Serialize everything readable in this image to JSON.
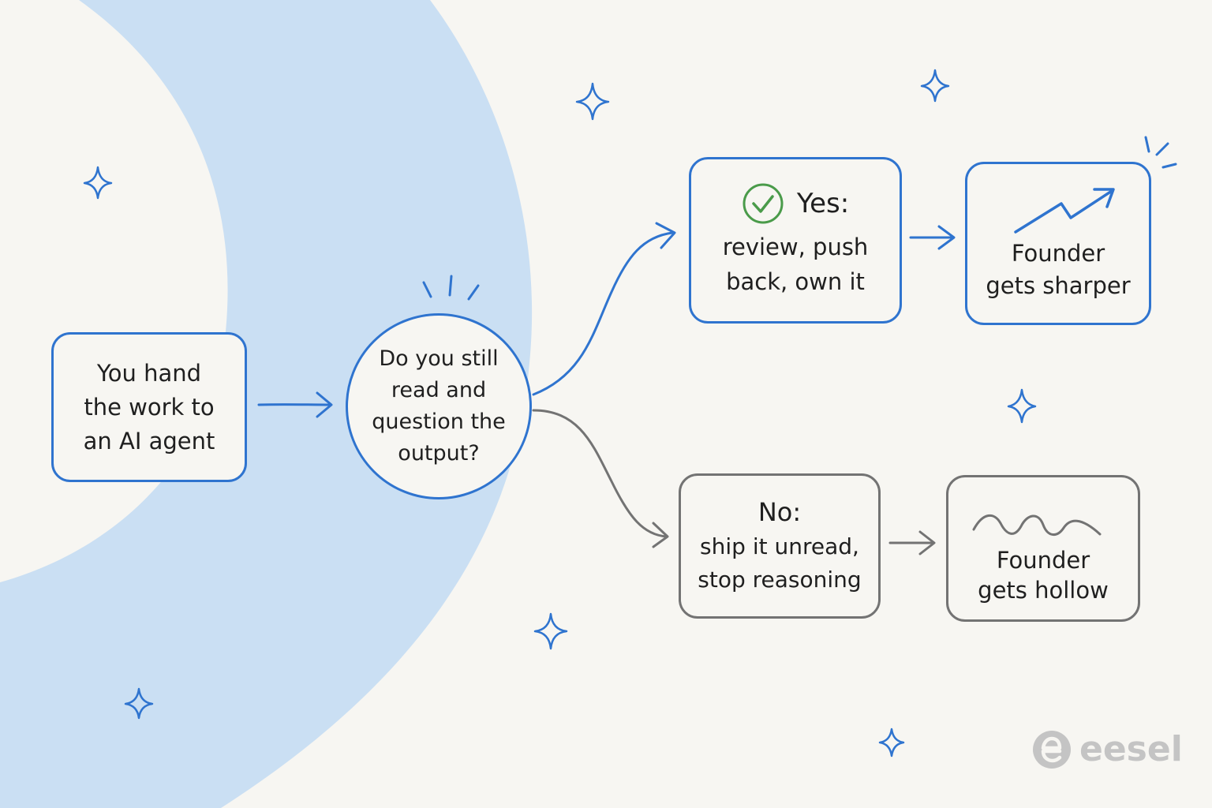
{
  "colors": {
    "background": "#f7f6f2",
    "swirl": "#cadff3",
    "accent_blue": "#2f74cf",
    "neutral_gray": "#737373",
    "check_green": "#4a9b4a",
    "logo_gray": "#c4c4c4"
  },
  "nodes": {
    "start": {
      "lines": [
        "You hand",
        "the work to",
        "an AI agent"
      ]
    },
    "decision": {
      "lines": [
        "Do you still",
        "read and",
        "question the",
        "output?"
      ]
    },
    "yes": {
      "heading": "Yes:",
      "lines": [
        "review, push",
        "back, own it"
      ],
      "icon": "check-circle-icon"
    },
    "sharper": {
      "lines": [
        "Founder",
        "gets sharper"
      ],
      "icon": "trend-up-arrow-icon"
    },
    "no": {
      "heading": "No:",
      "lines": [
        "ship it unread,",
        "stop reasoning"
      ]
    },
    "hollow": {
      "lines": [
        "Founder",
        "gets hollow"
      ],
      "icon": "squiggle-icon"
    }
  },
  "decorations": {
    "sparkle_icon": "sparkle-icon",
    "burst_icon": "emphasis-burst-icon"
  },
  "brand": {
    "name": "eesel",
    "icon": "eesel-logo-icon"
  }
}
